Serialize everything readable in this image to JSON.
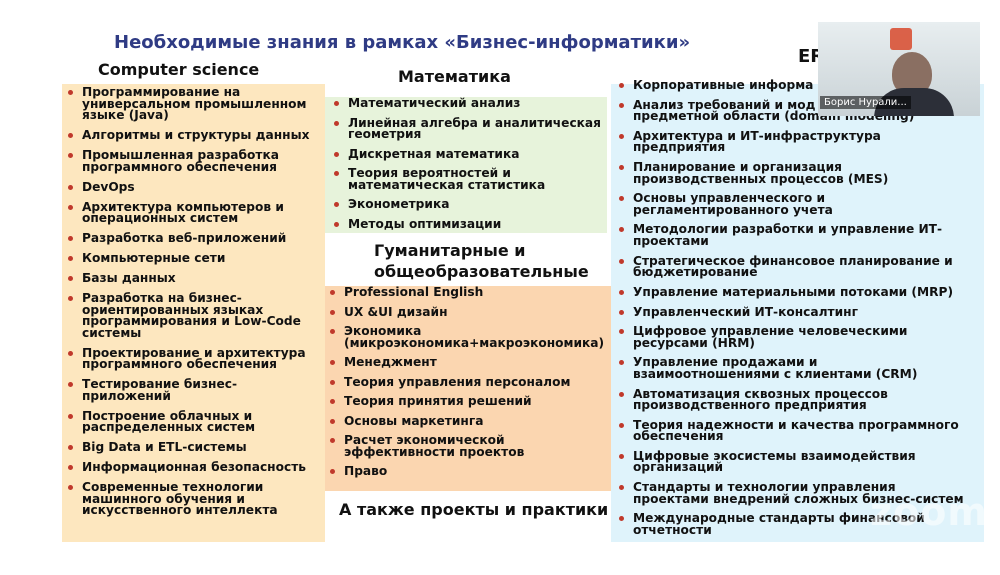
{
  "slide": {
    "title": "Необходимые знания в рамках «Бизнес-информатики»",
    "erp_fragment": "ER"
  },
  "columns": {
    "cs": {
      "header": "Computer science",
      "items": [
        "Программирование на\nуниверсальном промышленном\nязыке (Java)",
        "Алгоритмы и структуры данных",
        "Промышленная разработка\nпрограммного обеспечения",
        "DevOps",
        "Архитектура компьютеров и\nоперационных систем",
        "Разработка веб-приложений",
        "Компьютерные сети",
        "Базы данных",
        "Разработка на бизнес-\nориентированных языках\nпрограммирования и Low-Code\nсистемы",
        "Проектирование и архитектура\nпрограммного обеспечения",
        "Тестирование бизнес-\nприложений",
        "Построение облачных и\nраспределенных систем",
        "Big Data и ETL-системы",
        "Информационная безопасность",
        "Современные технологии\nмашинного обучения и\nискусственного интеллекта"
      ]
    },
    "math": {
      "header": "Математика",
      "items": [
        "Математический анализ",
        "Линейная алгебра и аналитическая\nгеометрия",
        "Дискретная математика",
        "Теория вероятностей и\nматематическая статистика",
        "Эконометрика",
        "Методы оптимизации"
      ]
    },
    "hum": {
      "header": "Гуманитарные и\nобщеобразовательные",
      "items": [
        "Professional English",
        "UX &UI дизайн",
        "Экономика\n(микроэкономика+макроэкономика)",
        "Менеджмент",
        "Теория управления персоналом",
        "Теория принятия решений",
        "Основы маркетинга",
        "Расчет экономической\nэффективности проектов",
        "Право"
      ]
    },
    "also": {
      "header": "А также проекты и практики"
    },
    "erp": {
      "items": [
        "Корпоративные информа",
        "Анализ требований и мод\nпредметной области (domain modeling)",
        "Архитектура и ИТ-инфраструктура\nпредприятия",
        "Планирование и организация\nпроизводственных процессов (MES)",
        "Основы управленческого и\nрегламентированного учета",
        "Методологии разработки и управление ИТ-\nпроектами",
        "Стратегическое финансовое планирование и\nбюджетирование",
        "Управление материальными потоками (MRP)",
        "Управленческий ИТ-консалтинг",
        "Цифровое управление человеческими\nресурсами (HRM)",
        "Управление продажами и\nвзаимоотношениями с клиентами (CRM)",
        "Автоматизация сквозных процессов\nпроизводственного предприятия",
        "Теория надежности и качества программного\nобеспечения",
        "Цифровые экосистемы взаимодействия\nорганизаций",
        "Стандарты и технологии управления\nпроектами внедрений сложных бизнес-систем",
        "Международные стандарты финансовой\nотчетности"
      ]
    }
  },
  "video": {
    "participant_name": "Борис Нурали...",
    "watermark": "zoom"
  },
  "colors": {
    "title": "#2f3b84",
    "bullet": "#c0392b",
    "cs_bg": "#fde7bf",
    "math_bg": "#e7f3db",
    "hum_bg": "#fbd6b0",
    "erp_bg": "#dff3fb"
  }
}
